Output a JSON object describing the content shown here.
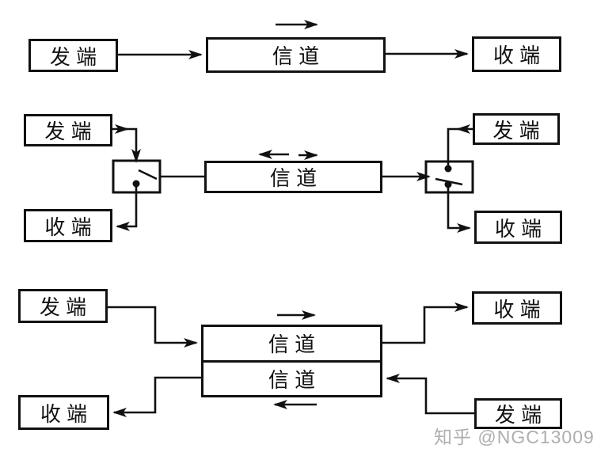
{
  "colors": {
    "ink": "#111111",
    "background": "#ffffff",
    "watermark_gray": "#a3a3a3"
  },
  "watermark": {
    "text": "知乎 @NGC13009"
  },
  "rows": {
    "simplex": {
      "sender": "发端",
      "channel": "信道",
      "receiver": "收端"
    },
    "half_duplex": {
      "sender_left": "发端",
      "receiver_left": "收端",
      "channel": "信道",
      "sender_right": "发端",
      "receiver_right": "收端"
    },
    "full_duplex": {
      "sender_left": "发端",
      "channel_forward": "信道",
      "channel_backward": "信道",
      "receiver_right": "收端",
      "receiver_left": "收端",
      "sender_right": "发端"
    }
  }
}
